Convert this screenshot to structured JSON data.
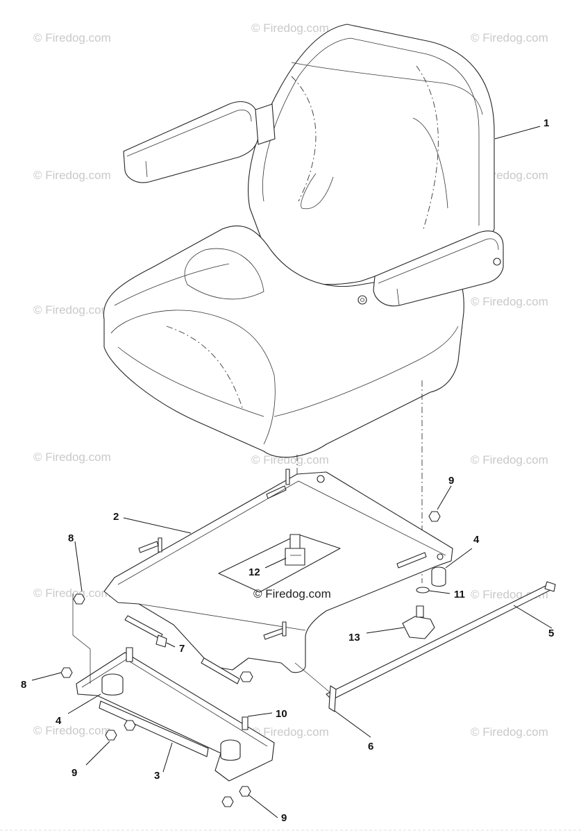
{
  "watermark": "© Firedog.com",
  "center_watermark": "© Firedog.com",
  "callouts": {
    "c1": "1",
    "c2": "2",
    "c3": "3",
    "c4a": "4",
    "c4b": "4",
    "c5": "5",
    "c6": "6",
    "c7": "7",
    "c8a": "8",
    "c8b": "8",
    "c9a": "9",
    "c9b": "9",
    "c9c": "9",
    "c10": "10",
    "c11": "11",
    "c12": "12",
    "c13": "13"
  }
}
